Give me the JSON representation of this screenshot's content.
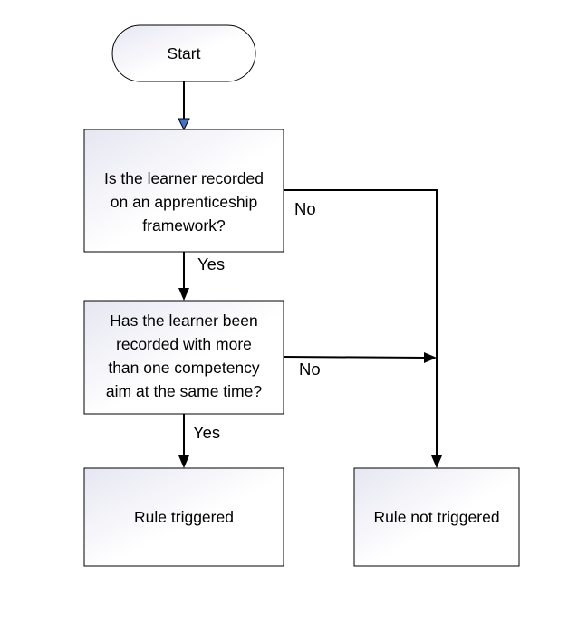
{
  "colors": {
    "box_fill_light": "#ffffff",
    "box_fill_shade": "#e6e6f2",
    "line": "#000000",
    "start_arrowhead": "#4472c4"
  },
  "nodes": {
    "start": {
      "shape": "terminator",
      "label": "Start"
    },
    "apprenticeship_decision": {
      "shape": "process",
      "lines": [
        "Is the learner recorded",
        "on an apprenticeship",
        "framework?"
      ]
    },
    "competency_decision": {
      "shape": "process",
      "lines": [
        "Has the learner been",
        "recorded with more",
        "than one competency",
        "aim at the same time?"
      ]
    },
    "rule_triggered": {
      "shape": "process",
      "label": "Rule triggered"
    },
    "rule_not_triggered": {
      "shape": "process",
      "label": "Rule not triggered"
    }
  },
  "edges": [
    {
      "from": "start",
      "to": "apprenticeship_decision",
      "label": ""
    },
    {
      "from": "apprenticeship_decision",
      "to": "competency_decision",
      "label": "Yes"
    },
    {
      "from": "apprenticeship_decision",
      "to": "rule_not_triggered",
      "label": "No"
    },
    {
      "from": "competency_decision",
      "to": "rule_triggered",
      "label": "Yes"
    },
    {
      "from": "competency_decision",
      "to": "rule_not_triggered",
      "label": "No"
    }
  ],
  "edge_labels": {
    "q1_yes": "Yes",
    "q1_no": "No",
    "q2_yes": "Yes",
    "q2_no": "No"
  }
}
